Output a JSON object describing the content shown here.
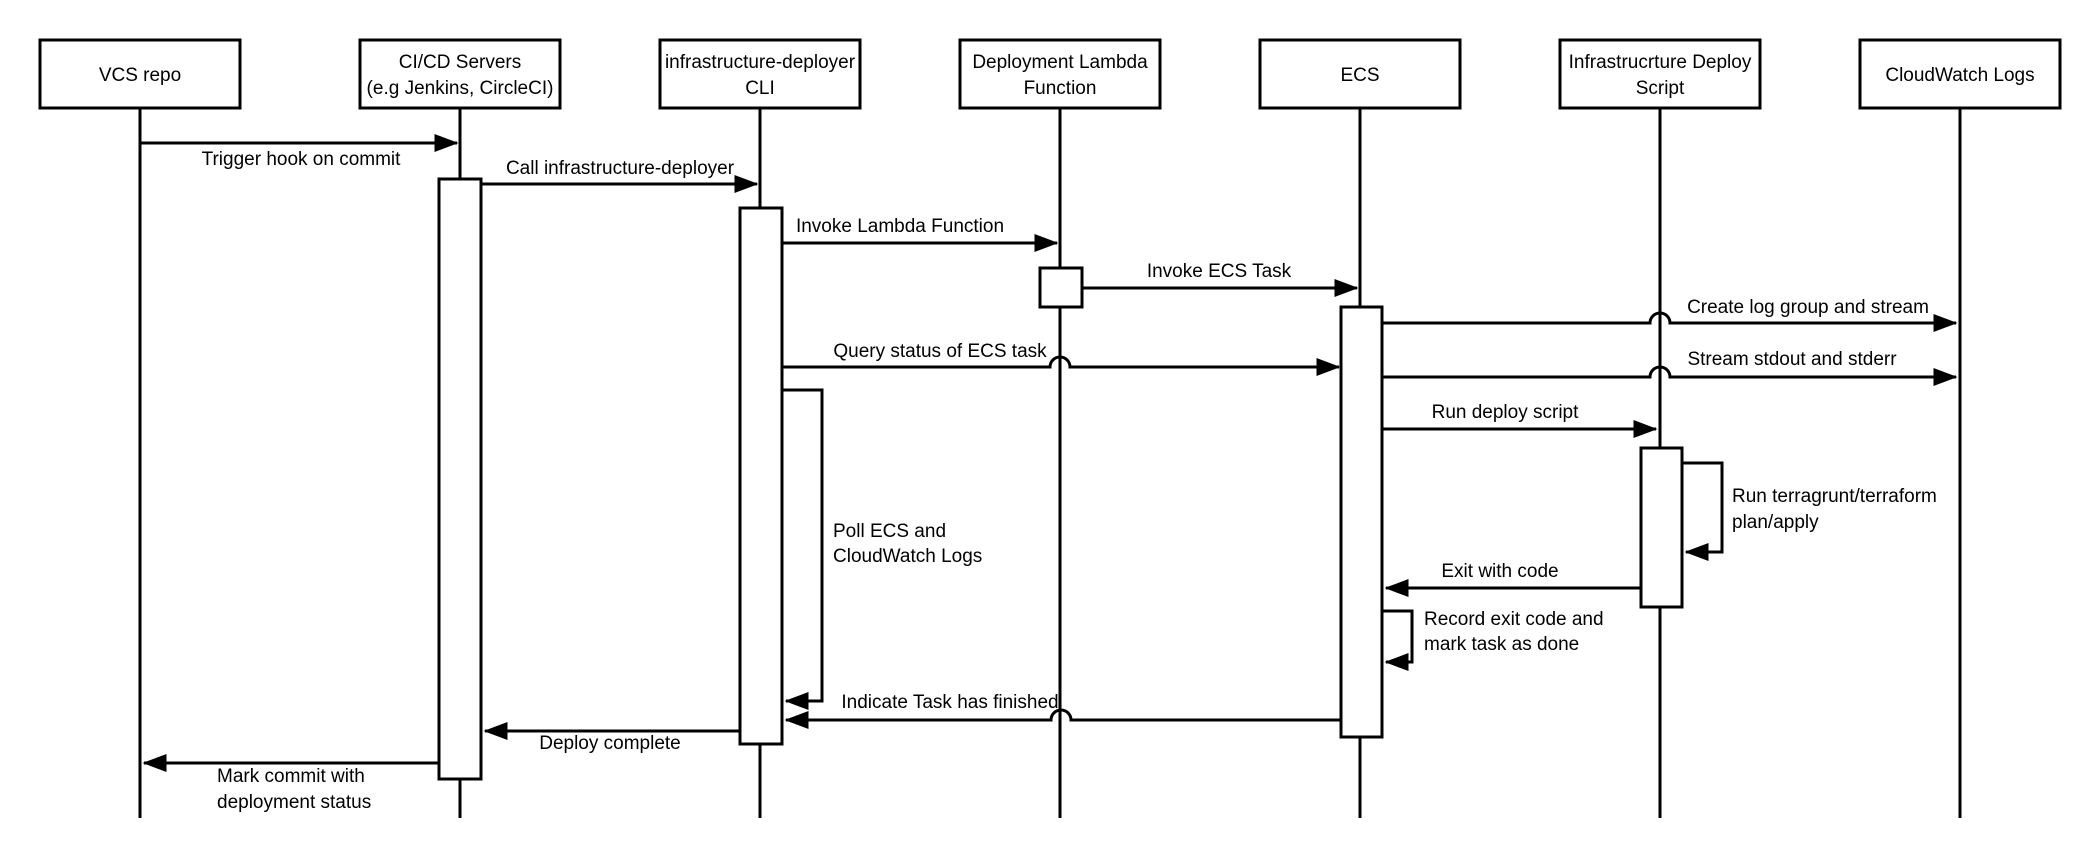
{
  "diagram": {
    "actors": [
      {
        "id": "vcs-repo",
        "lines": [
          "VCS repo"
        ]
      },
      {
        "id": "cicd-servers",
        "lines": [
          "CI/CD Servers",
          "(e.g Jenkins, CircleCI)"
        ]
      },
      {
        "id": "infra-deployer-cli",
        "lines": [
          "infrastructure-deployer",
          "CLI"
        ]
      },
      {
        "id": "deployment-lambda",
        "lines": [
          "Deployment Lambda",
          "Function"
        ]
      },
      {
        "id": "ecs",
        "lines": [
          "ECS"
        ]
      },
      {
        "id": "infra-deploy-script",
        "lines": [
          "Infrastrucrture Deploy",
          "Script"
        ]
      },
      {
        "id": "cloudwatch-logs",
        "lines": [
          "CloudWatch Logs"
        ]
      }
    ],
    "messages": {
      "trigger_hook": "Trigger hook on commit",
      "call_deployer": "Call infrastructure-deployer",
      "invoke_lambda": "Invoke Lambda Function",
      "invoke_ecs_task": "Invoke ECS Task",
      "create_log_group": "Create log group and stream",
      "query_status": "Query status of ECS task",
      "stream_stdout": "Stream stdout and stderr",
      "run_deploy_script": "Run deploy script",
      "run_terragrunt": [
        "Run terragrunt/terraform",
        "plan/apply"
      ],
      "exit_with_code": "Exit with code",
      "record_exit": [
        "Record exit code and",
        "mark task as done"
      ],
      "poll_loop": [
        "Poll ECS and",
        "CloudWatch Logs"
      ],
      "indicate_finished": "Indicate Task has finished",
      "deploy_complete": "Deploy complete",
      "mark_commit": [
        "Mark commit with",
        "deployment status"
      ]
    },
    "colors": {
      "stroke": "#000000",
      "background": "#ffffff"
    }
  }
}
